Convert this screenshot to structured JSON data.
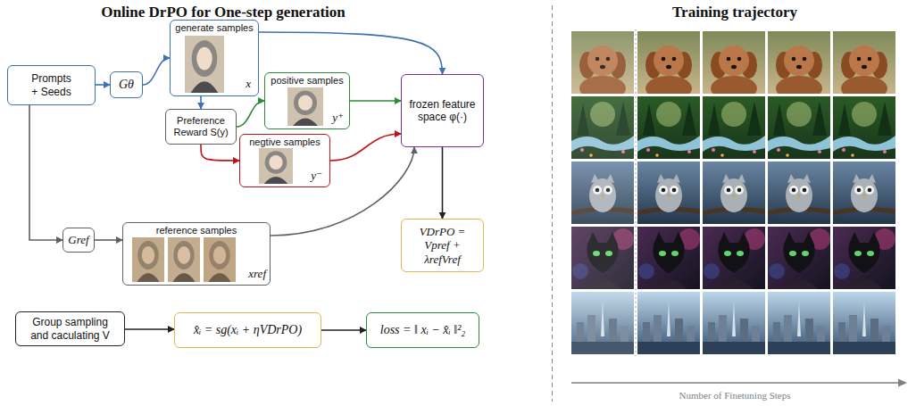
{
  "diagram": {
    "title": "Online DrPO for One-step generation",
    "nodes": [
      {
        "text": [
          "Prompts + Seeds"
        ]
      },
      {
        "text": [
          "Gθ"
        ]
      },
      {
        "text": [
          "generate samples",
          "x"
        ]
      },
      {
        "text": [
          "Preference Reward S(y)"
        ]
      },
      {
        "text": [
          "positive samples",
          "y⁺"
        ]
      },
      {
        "text": [
          "negtive samples",
          "y⁻"
        ]
      },
      {
        "text": [
          "frozen feature space φ(·)"
        ]
      },
      {
        "text": [
          "Gref"
        ]
      },
      {
        "text": [
          "reference samples",
          "xref"
        ]
      },
      {
        "text": [
          "VDrPO = Vpref + λrefVref"
        ]
      },
      {
        "text": [
          "Group sampling and caculating V"
        ]
      },
      {
        "text": [
          "x̂ᵢ = sg(xᵢ + ηVDrPO)"
        ]
      },
      {
        "text": [
          "loss = ‖ xᵢ − x̂ᵢ ‖²₂"
        ]
      }
    ],
    "edges": [
      {
        "from": 0,
        "to": 1,
        "arrow": "to"
      },
      {
        "from": 1,
        "to": 2,
        "arrow": "to"
      },
      {
        "from": 2,
        "to": 6,
        "arrow": "to"
      },
      {
        "from": 2,
        "to": 3,
        "arrow": "to"
      },
      {
        "from": 3,
        "to": 4,
        "arrow": "to"
      },
      {
        "from": 3,
        "to": 5,
        "arrow": "to"
      },
      {
        "from": 4,
        "to": 6,
        "arrow": "to"
      },
      {
        "from": 5,
        "to": 6,
        "arrow": "to"
      },
      {
        "from": 0,
        "to": 7,
        "arrow": "to"
      },
      {
        "from": 7,
        "to": 8,
        "arrow": "to"
      },
      {
        "from": 8,
        "to": 6,
        "arrow": "to"
      },
      {
        "from": 6,
        "to": 9,
        "arrow": "to"
      },
      {
        "from": 10,
        "to": 11,
        "arrow": "to"
      },
      {
        "from": 11,
        "to": 12,
        "arrow": "to"
      }
    ],
    "labels": [
      "Training trajectory",
      "Number of Finetuning Steps"
    ]
  }
}
